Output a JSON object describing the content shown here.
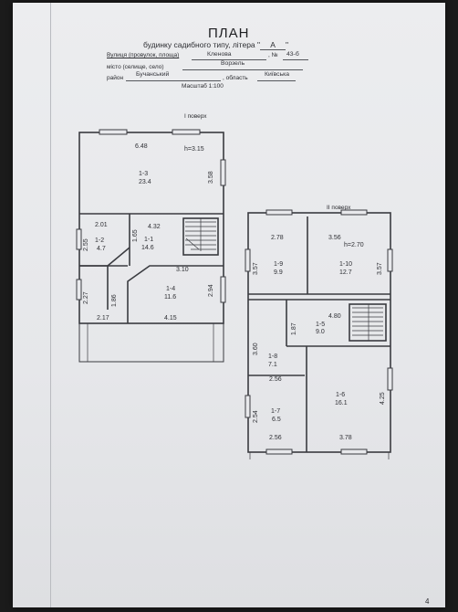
{
  "header": {
    "title": "ПЛАН",
    "subtitle_prefix": "будинку садибного типу, літера \"",
    "litera": "А",
    "subtitle_suffix": "\""
  },
  "address": {
    "street_label": "Вулиця (провулок, площа)",
    "street_value": "Кленова",
    "number_label": ", № ",
    "number_value": "43-б",
    "city_label": "місто (селище, село)",
    "city_value": "Ворзель",
    "district_label": "район",
    "district_value": "Бучанський",
    "region_label": ", область",
    "region_value": "Київська"
  },
  "scale": "Масштаб 1:100",
  "floors": [
    {
      "label": "I поверх",
      "height_note": "h=3.15",
      "rooms": [
        {
          "code": "1-3",
          "area": "23.4"
        },
        {
          "code": "1-2",
          "area": "4.7"
        },
        {
          "code": "1-1",
          "area": "14.6"
        },
        {
          "code": "1-4",
          "area": "11.6"
        }
      ],
      "dims": [
        "6.48",
        "3.58",
        "2.01",
        "1.65",
        "4.32",
        "2.55",
        "3.10",
        "2.94",
        "2.27",
        "1.86",
        "2.17",
        "4.15"
      ]
    },
    {
      "label": "II поверх",
      "height_note": "h=2.70",
      "rooms": [
        {
          "code": "1-9",
          "area": "9.9"
        },
        {
          "code": "1-10",
          "area": "12.7"
        },
        {
          "code": "1-5",
          "area": "9.0"
        },
        {
          "code": "1-8",
          "area": "7.1"
        },
        {
          "code": "1-6",
          "area": "16.1"
        },
        {
          "code": "1-7",
          "area": "6.5"
        }
      ],
      "dims": [
        "2.78",
        "3.56",
        "3.57",
        "3.57",
        "4.80",
        "1.87",
        "3.60",
        "2.56",
        "4.25",
        "2.54",
        "2.56",
        "3.78"
      ]
    }
  ],
  "page_number": "4"
}
